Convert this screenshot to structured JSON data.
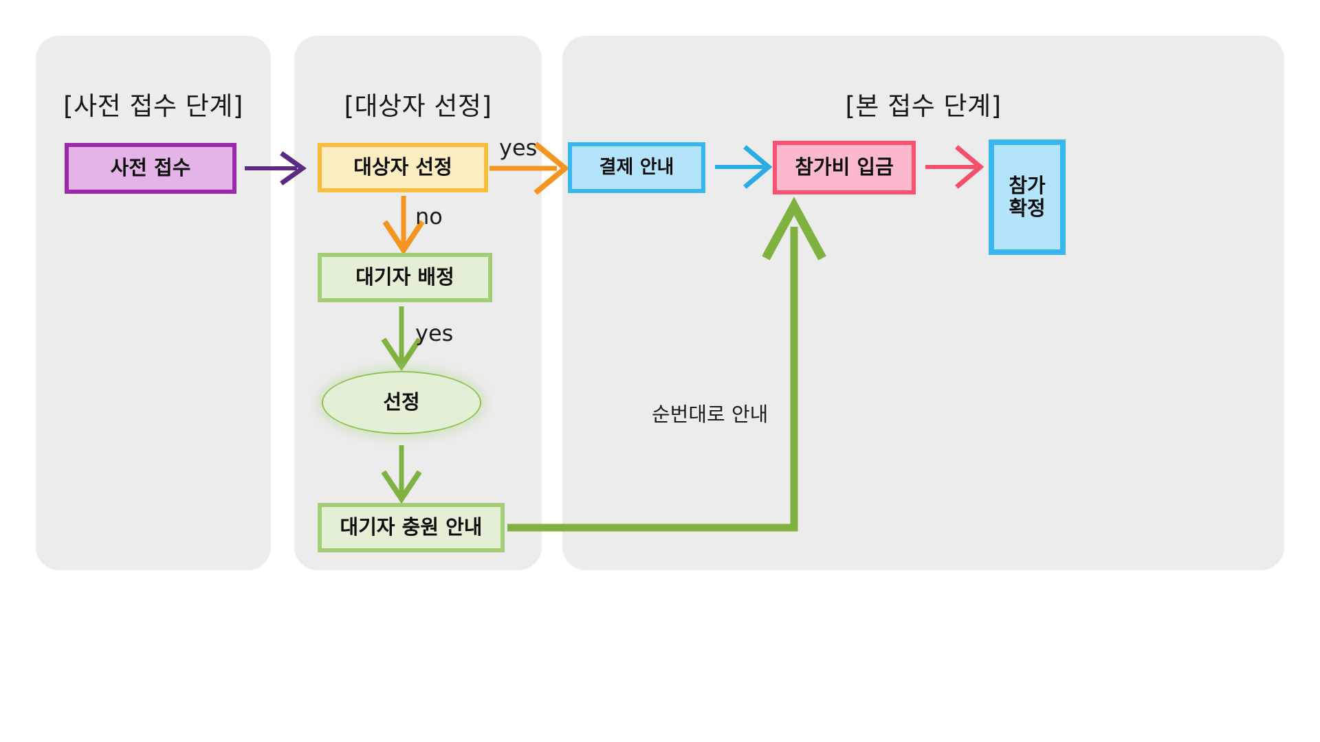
{
  "diagram": {
    "title_implicit": "행사 접수 프로세스 흐름도",
    "lanes": [
      {
        "id": "pre",
        "title": "[사전 접수 단계]"
      },
      {
        "id": "sel",
        "title": "[대상자 선정]"
      },
      {
        "id": "main",
        "title": "[본 접수 단계]"
      }
    ],
    "nodes": [
      {
        "id": "pre-apply",
        "label": "사전  접수",
        "shape": "rect",
        "fill": "#e4b4e8",
        "stroke": "#9a29ab"
      },
      {
        "id": "target-select",
        "label": "대상자 선정",
        "shape": "rect",
        "fill": "#fdeec2",
        "stroke": "#f9bd3d"
      },
      {
        "id": "waitlist-assign",
        "label": "대기자 배정",
        "shape": "rect",
        "fill": "#e4f0d5",
        "stroke": "#a3ce77"
      },
      {
        "id": "selected",
        "label": "선정",
        "shape": "ellipse",
        "fill": "#e4f0d5",
        "stroke": "#8fc356"
      },
      {
        "id": "waitlist-fill",
        "label": "대기자 충원 안내",
        "shape": "rect",
        "fill": "#e4f0d5",
        "stroke": "#a3ce77"
      },
      {
        "id": "payment-info",
        "label": "결제 안내",
        "shape": "rect",
        "fill": "#b4e4fb",
        "stroke": "#37b6f0"
      },
      {
        "id": "fee-deposit",
        "label": "참가비 입금",
        "shape": "rect",
        "fill": "#fcb8cd",
        "stroke": "#f8506e"
      },
      {
        "id": "participation-confirm",
        "label_line1": "참가",
        "label_line2": "확정",
        "shape": "rect",
        "fill": "#b4e4fb",
        "stroke": "#37b6f0"
      }
    ],
    "edges": [
      {
        "id": "pre-to-target",
        "from": "pre-apply",
        "to": "target-select",
        "label": "",
        "color": "#5b2a82"
      },
      {
        "id": "target-to-payment",
        "from": "target-select",
        "to": "payment-info",
        "label": "yes",
        "color": "#f5941f"
      },
      {
        "id": "target-to-waitlist",
        "from": "target-select",
        "to": "waitlist-assign",
        "label": "no",
        "color": "#f5941f"
      },
      {
        "id": "waitlist-to-selected",
        "from": "waitlist-assign",
        "to": "selected",
        "label": "yes",
        "color": "#7fb241"
      },
      {
        "id": "selected-to-fill",
        "from": "selected",
        "to": "waitlist-fill",
        "label": "",
        "color": "#7fb241"
      },
      {
        "id": "fill-to-payment",
        "from": "waitlist-fill",
        "to": "payment-info",
        "label": "순번대로 안내",
        "color": "#7fb241"
      },
      {
        "id": "payment-to-fee",
        "from": "payment-info",
        "to": "fee-deposit",
        "label": "",
        "color": "#29ace3"
      },
      {
        "id": "fee-to-confirm",
        "from": "fee-deposit",
        "to": "participation-confirm",
        "label": "",
        "color": "#f5506b"
      }
    ],
    "labels": {
      "no": "no",
      "yes_waitlist": "yes",
      "yes_select": "yes",
      "sequence_guide": "순번대로 안내"
    },
    "colors": {
      "lane_background": "#ececec",
      "canvas_background": "#ffffff",
      "purple": "#9a29ab",
      "orange": "#f5941f",
      "green": "#7fb241",
      "blue": "#29ace3",
      "pink": "#f8506e"
    }
  }
}
